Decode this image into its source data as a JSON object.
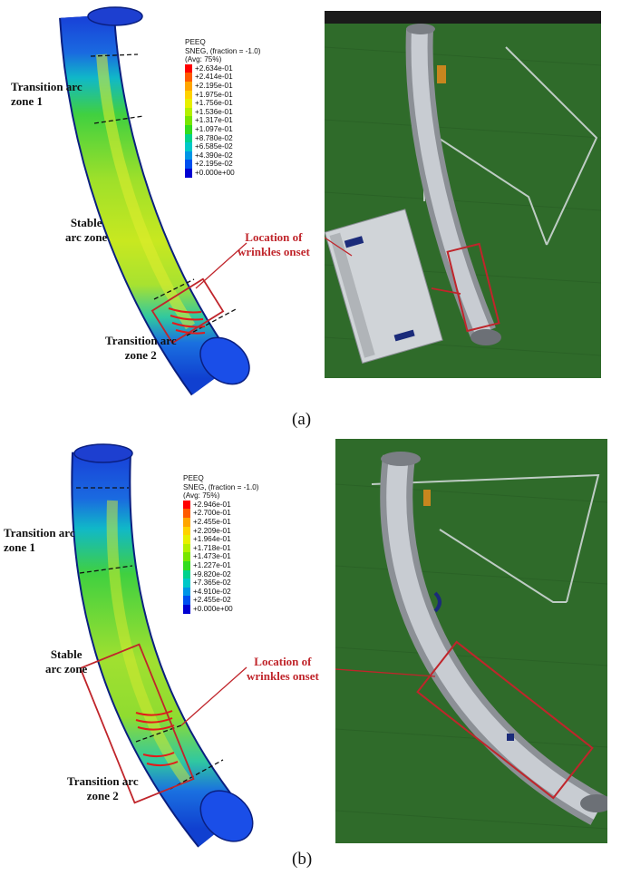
{
  "panel_a": {
    "caption": "(a)",
    "zones": {
      "transition1": [
        "Transition arc",
        "zone 1"
      ],
      "stable": [
        "Stable",
        "arc zone"
      ],
      "transition2": [
        "Transition arc",
        "zone 2"
      ]
    },
    "legend": {
      "header": [
        "PEEQ",
        "SNEG, (fraction = -1.0)",
        "(Avg: 75%)"
      ],
      "values": [
        "+2.634e-01",
        "+2.414e-01",
        "+2.195e-01",
        "+1.975e-01",
        "+1.756e-01",
        "+1.536e-01",
        "+1.317e-01",
        "+1.097e-01",
        "+8.780e-02",
        "+6.585e-02",
        "+4.390e-02",
        "+2.195e-02",
        "+0.000e+00"
      ]
    },
    "wrinkle_label": [
      "Location of",
      "wrinkles onset"
    ]
  },
  "panel_b": {
    "caption": "(b)",
    "zones": {
      "transition1": [
        "Transition arc",
        "zone 1"
      ],
      "stable": [
        "Stable",
        "arc zone"
      ],
      "transition2": [
        "Transition arc",
        "zone 2"
      ]
    },
    "legend": {
      "header": [
        "PEEQ",
        "SNEG, (fraction = -1.0)",
        "(Avg: 75%)"
      ],
      "values": [
        "+2.946e-01",
        "+2.700e-01",
        "+2.455e-01",
        "+2.209e-01",
        "+1.964e-01",
        "+1.718e-01",
        "+1.473e-01",
        "+1.227e-01",
        "+9.820e-02",
        "+7.365e-02",
        "+4.910e-02",
        "+2.455e-02",
        "+0.000e+00"
      ]
    },
    "wrinkle_label": [
      "Location of",
      "wrinkles onset"
    ]
  },
  "colors": {
    "contour": [
      "#ff0000",
      "#ff5a00",
      "#ffa500",
      "#ffd200",
      "#e8f000",
      "#b4f000",
      "#78e600",
      "#32dc1e",
      "#00d28c",
      "#00c8c8",
      "#0096e6",
      "#0050f0",
      "#0000d2"
    ],
    "annotation_red": "#c0252b",
    "grass": "#2f6b2a",
    "tube_metal": "#b5b9bf"
  }
}
